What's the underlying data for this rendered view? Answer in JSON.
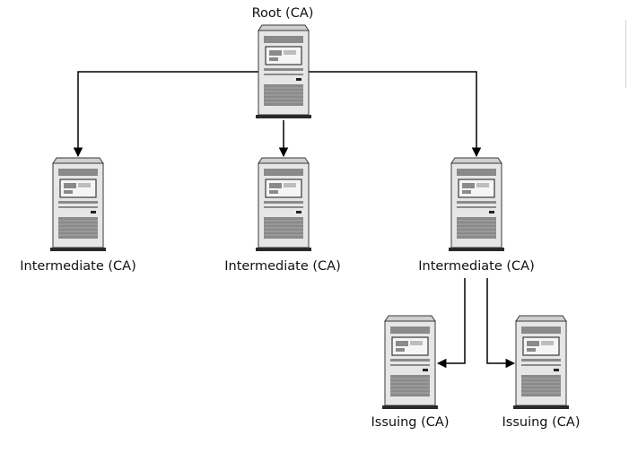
{
  "diagram": {
    "root": {
      "label": "Root (CA)"
    },
    "intermediates": [
      {
        "label": "Intermediate (CA)"
      },
      {
        "label": "Intermediate (CA)"
      },
      {
        "label": "Intermediate (CA)"
      }
    ],
    "issuing": [
      {
        "label": "Issuing (CA)"
      },
      {
        "label": "Issuing (CA)"
      }
    ],
    "colors": {
      "line": "#000000",
      "server_body": "#e6e6e6",
      "server_panel": "#8a8a8a",
      "server_screen": "#f5f5f5",
      "server_outline": "#3a3a3a"
    },
    "icon": "server-tower-icon"
  }
}
